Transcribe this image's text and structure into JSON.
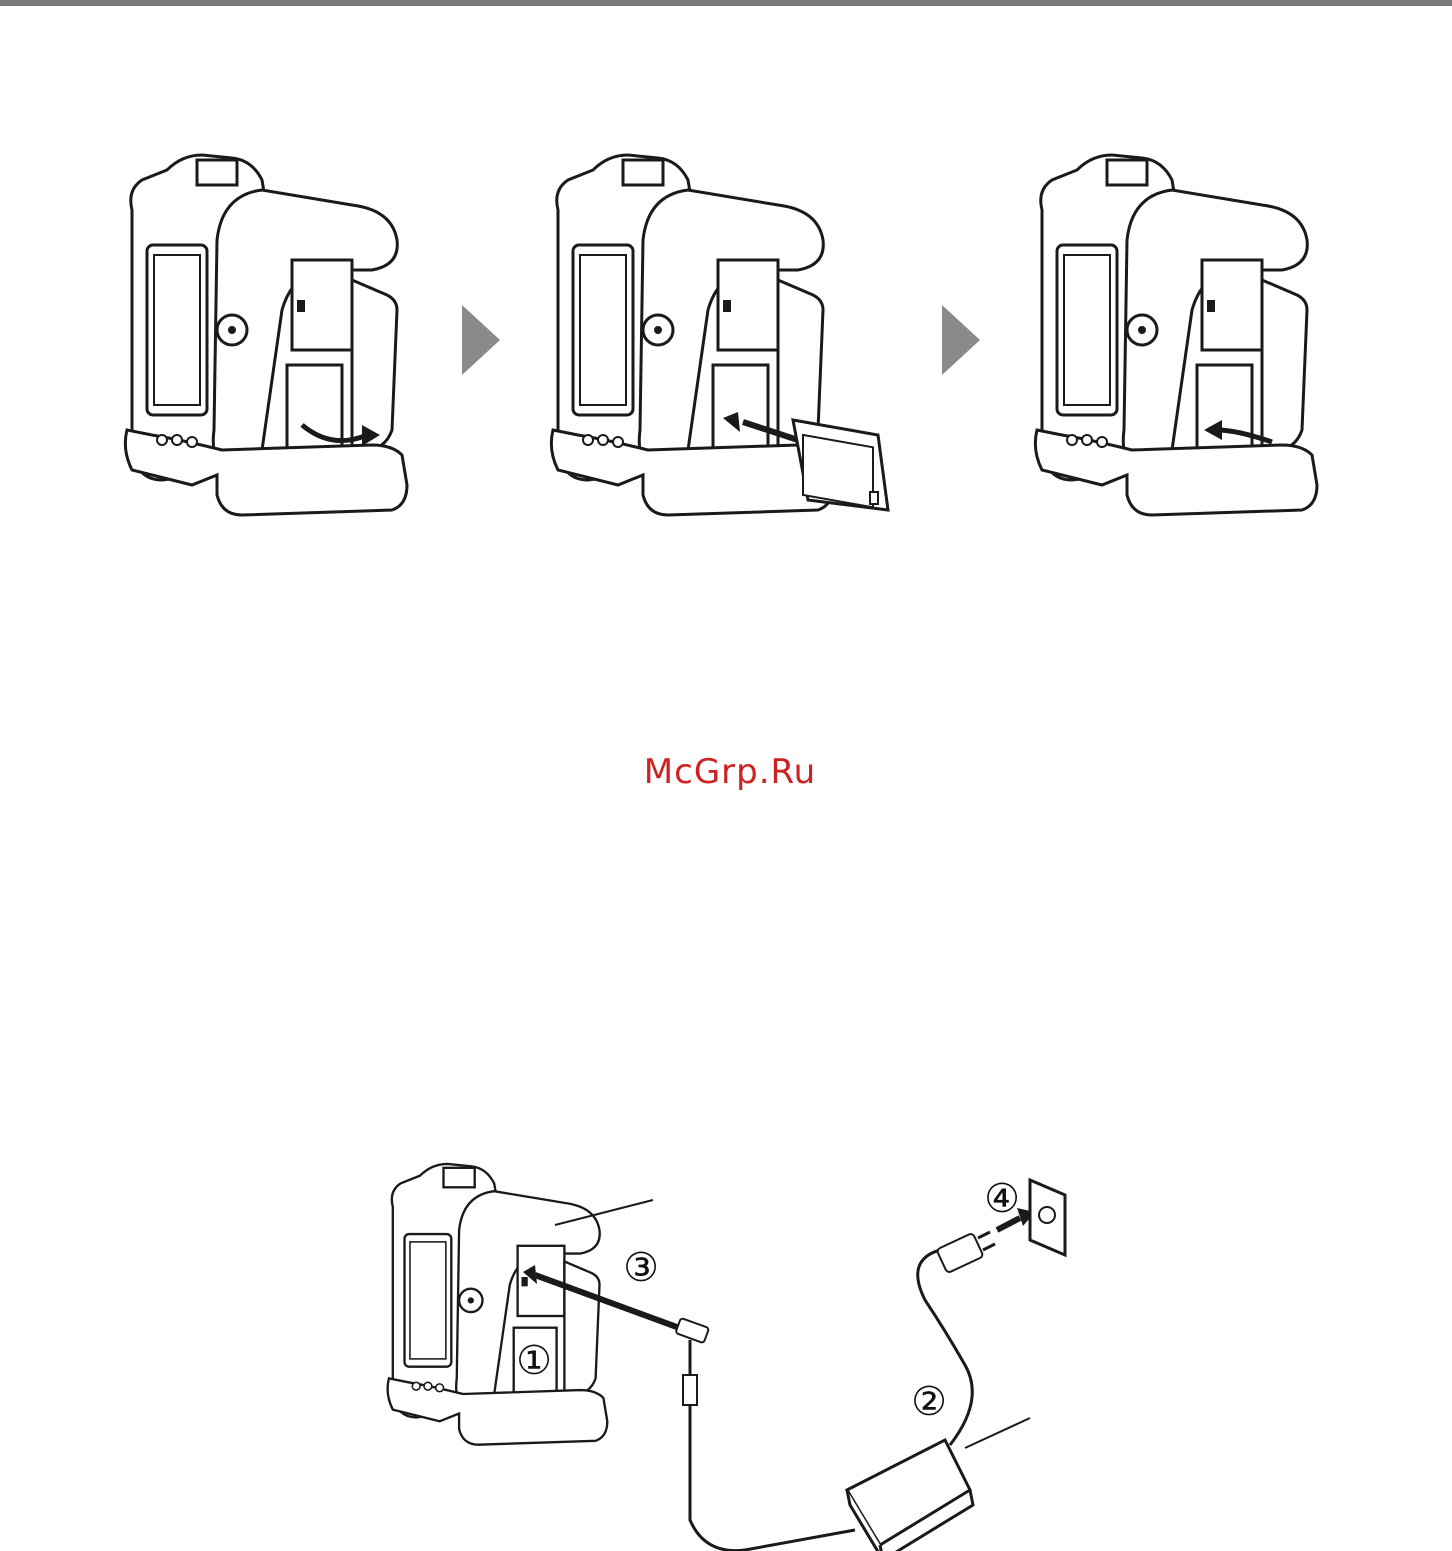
{
  "colors": {
    "header_bar": "#7a7a7a",
    "step_arrow": "#8a8a8a",
    "line_art": "#1a1a1a",
    "watermark": "#cc2222"
  },
  "watermark": {
    "text": "McGrp.Ru"
  },
  "figure_bottom": {
    "step_labels": [
      "①",
      "②",
      "③",
      "④"
    ]
  },
  "icons": {
    "step_arrow": "chevron-right-icon",
    "motion_arrow": "curved-arrow-icon"
  }
}
